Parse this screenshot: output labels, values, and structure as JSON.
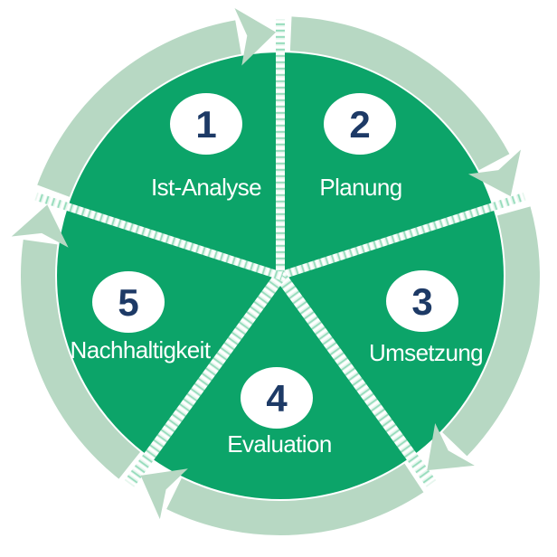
{
  "diagram": {
    "type": "cycle-diagram",
    "direction": "clockwise",
    "steps": [
      {
        "number": "1",
        "label": "Ist-Analyse"
      },
      {
        "number": "2",
        "label": "Planung"
      },
      {
        "number": "3",
        "label": "Umsetzung"
      },
      {
        "number": "4",
        "label": "Evaluation"
      },
      {
        "number": "5",
        "label": "Nachhaltigkeit"
      }
    ],
    "icons": {
      "arrowhead": "clockwise-arrowhead"
    },
    "colors": {
      "segment": "#0ca469",
      "ring": "#b7d8c3",
      "separator_base": "#e8f7ef",
      "separator_tick": "#96dcbc",
      "number": "#1d3a66",
      "step_circle": "#ffffff",
      "label": "#ffffff",
      "background": "#ffffff"
    }
  }
}
